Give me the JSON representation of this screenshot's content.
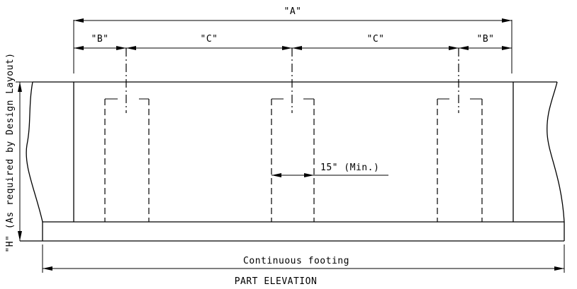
{
  "labels": {
    "dim_a": "\"A\"",
    "dim_b_left": "\"B\"",
    "dim_c_left": "\"C\"",
    "dim_c_right": "\"C\"",
    "dim_b_right": "\"B\"",
    "clearance": "15\" (Min.)",
    "footing": "Continuous footing",
    "height_note": "\"H\" (As required by Design Layout)",
    "title": "PART ELEVATION"
  }
}
